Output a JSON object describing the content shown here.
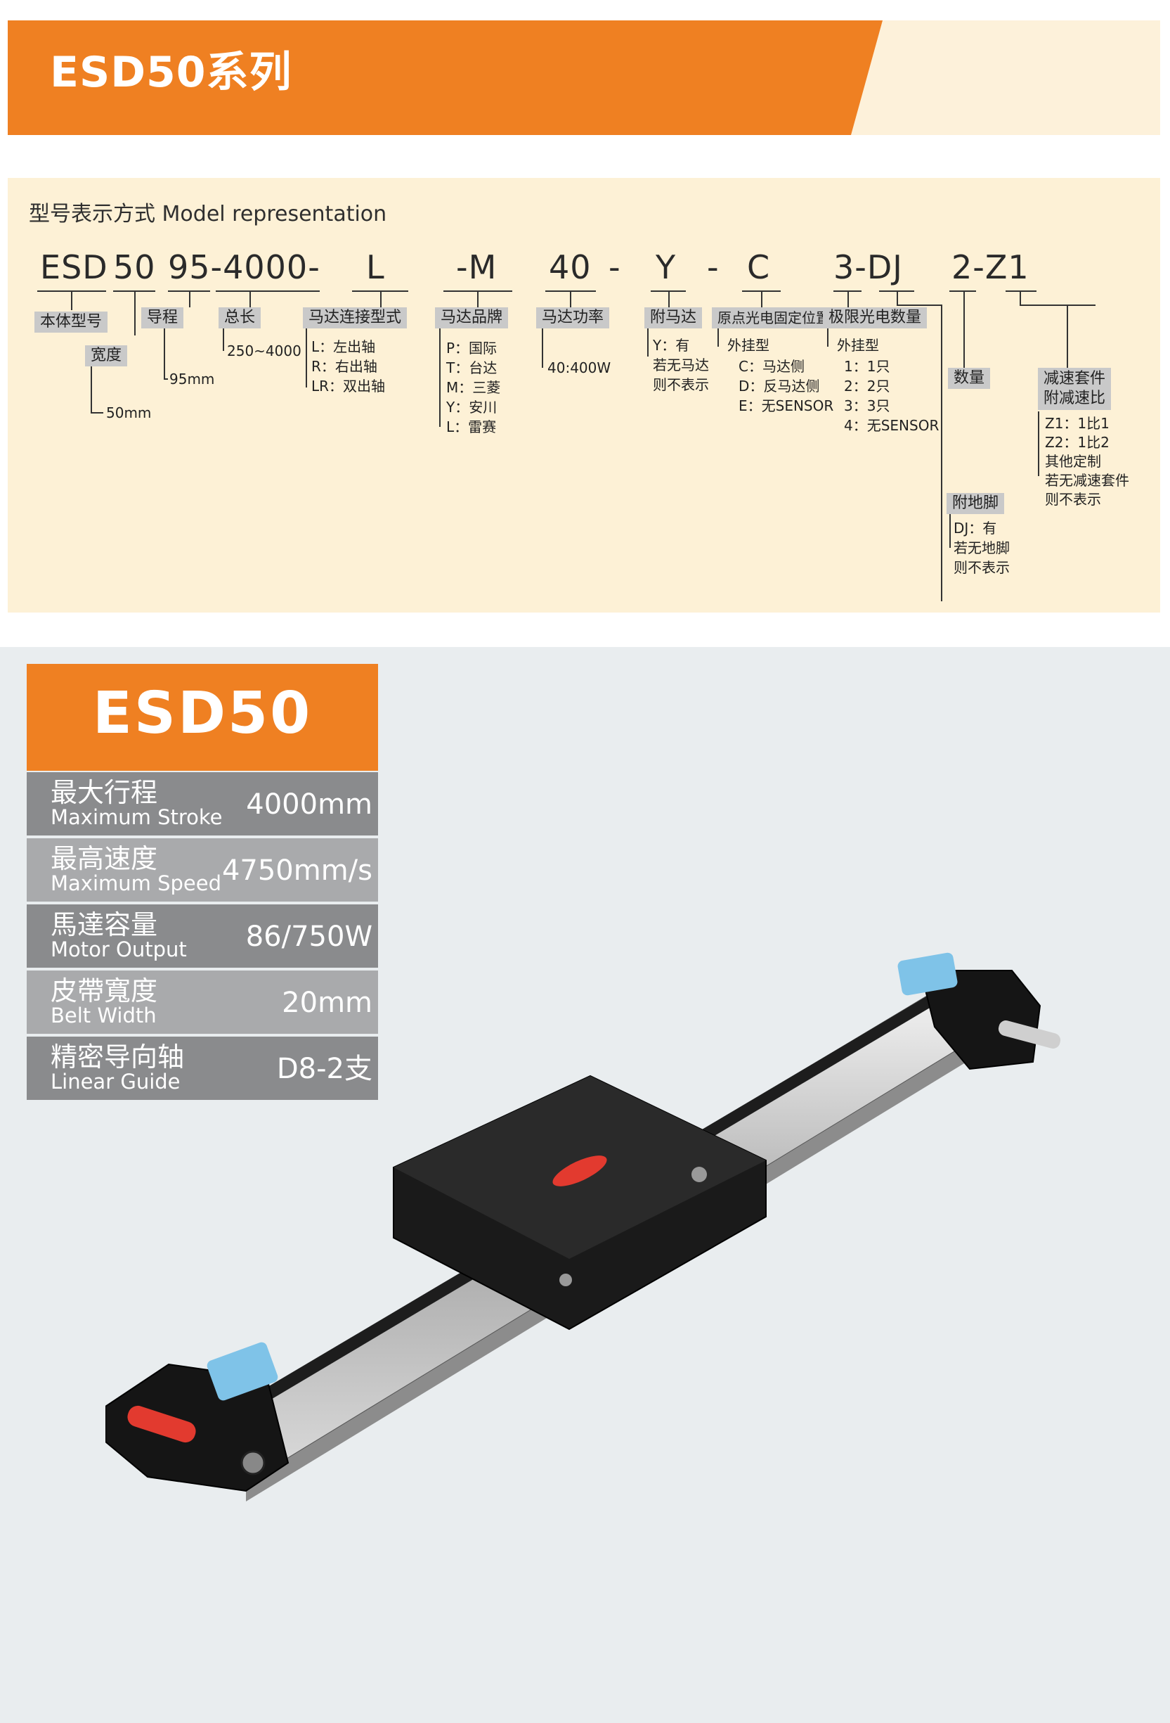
{
  "header": {
    "title": "ESD50系列"
  },
  "model": {
    "heading": "型号表示方式  Model representation",
    "code": [
      "ESD",
      "50",
      "95-4000-",
      "L",
      "-M",
      "40",
      "-",
      "Y",
      "-",
      "C",
      "3-DJ",
      "2-Z1"
    ],
    "labels": {
      "body": "本体型号",
      "width": "宽度",
      "lead": "导程",
      "total": "总长",
      "motor_conn": "马达连接型式",
      "motor_brand": "马达品牌",
      "motor_power": "马达功率",
      "with_motor": "附马达",
      "origin": "原点光电固定位置",
      "limit": "极限光电数量",
      "qty": "数量",
      "reducer": "减速套件\n附减速比",
      "foot": "附地脚"
    },
    "values": {
      "width_val": "50mm",
      "lead_val": "95mm",
      "total_val": "250~4000",
      "conn_opts": "L：左出轴\nR：右出轴\nLR：双出轴",
      "brand_opts": "P：国际\nT：台达\nM：三菱\nY：安川\nL：雷赛",
      "power_val": "40:400W",
      "motor_opts": "Y：有\n若无马达\n则不表示",
      "origin_ext": "外挂型",
      "origin_opts": "C：马达侧\nD：反马达侧\nE：无SENSOR",
      "limit_ext": "外挂型",
      "limit_opts": "1：1只\n2：2只\n3：3只\n4：无SENSOR",
      "reducer_opts": "Z1：1比1\nZ2：1比2\n其他定制\n若无减速套件\n则不表示",
      "foot_opts": "DJ：有\n若无地脚\n则不表示"
    }
  },
  "spec": {
    "title": "ESD50",
    "rows": [
      {
        "cn": "最大行程",
        "en": "Maximum Stroke",
        "value": "4000mm"
      },
      {
        "cn": "最高速度",
        "en": "Maximum  Speed",
        "value": "4750mm/s"
      },
      {
        "cn": "馬達容量",
        "en": "Motor  Output",
        "value": "86/750W"
      },
      {
        "cn": "皮帶寬度",
        "en": "Belt  Width",
        "value": "20mm"
      },
      {
        "cn": "精密导向轴",
        "en": "Linear  Guide",
        "value": "D8-2支"
      }
    ]
  },
  "colors": {
    "accent": "#ef8022",
    "cream": "#fdf1d6",
    "spec_dark": "#8a8b8d",
    "spec_light": "#a9aaac"
  }
}
